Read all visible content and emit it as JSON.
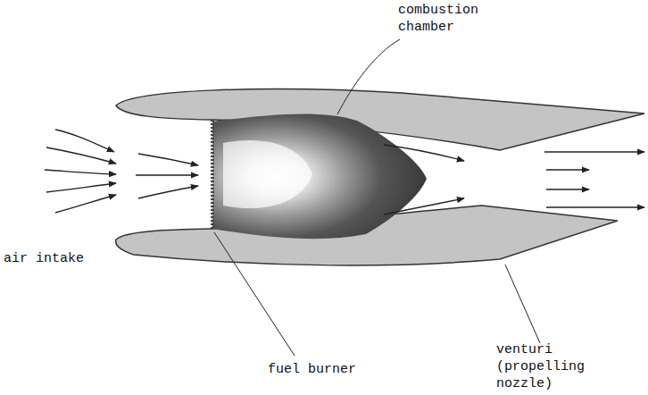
{
  "diagram": {
    "labels": [
      "combustion chamber",
      "air intake",
      "fuel burner",
      "venturi (propelling nozzle)"
    ]
  }
}
